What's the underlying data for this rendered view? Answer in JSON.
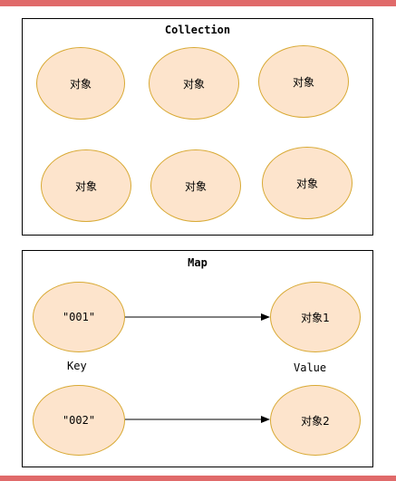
{
  "collection": {
    "title": "Collection",
    "items": [
      "对象",
      "对象",
      "对象",
      "对象",
      "对象",
      "对象"
    ]
  },
  "map": {
    "title": "Map",
    "entries": [
      {
        "key": "\"001\"",
        "value": "对象1"
      },
      {
        "key": "\"002\"",
        "value": "对象2"
      }
    ],
    "key_label": "Key",
    "value_label": "Value"
  },
  "colors": {
    "accent_bar": "#e06a6a",
    "oval_fill": "#fde4cc",
    "oval_stroke": "#d8a933"
  }
}
